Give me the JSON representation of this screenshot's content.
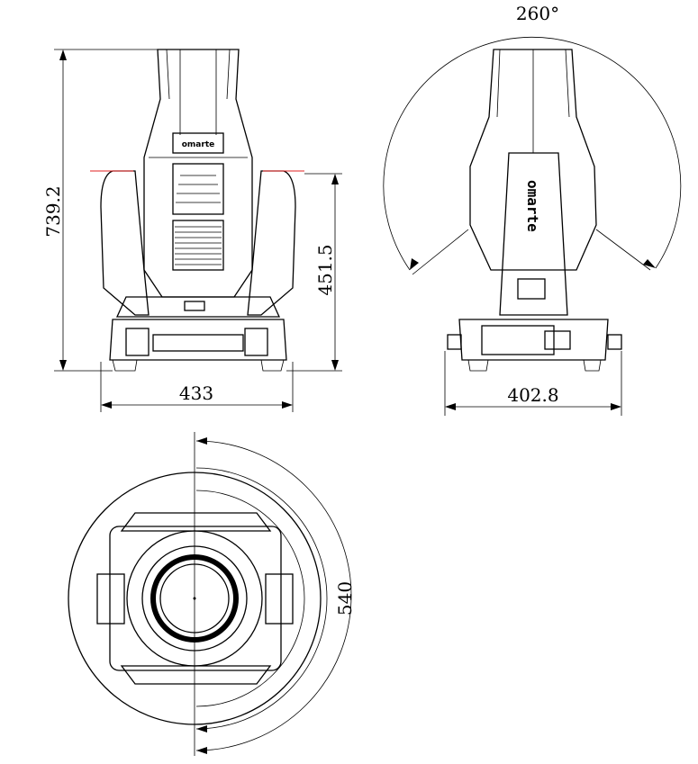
{
  "drawing": {
    "front_view": {
      "height_label": "739.2",
      "pivot_height_label": "451.5",
      "width_label": "433"
    },
    "side_view": {
      "tilt_angle_label": "260°",
      "base_width_label": "402.8",
      "logo": "omarte"
    },
    "top_view": {
      "pan_angle_label": "540"
    },
    "front_logo": "omarte"
  }
}
